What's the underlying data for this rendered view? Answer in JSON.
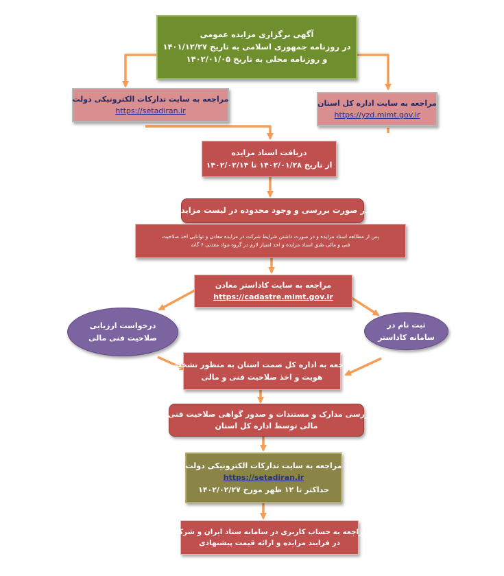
{
  "colors": {
    "green": "#6f8f2e",
    "olive": "#8a8447",
    "pink": "#d98f90",
    "red": "#c0504d",
    "purple": "#7b64a0",
    "arrow": "#f59d56"
  },
  "nodes": {
    "announcement": {
      "line1": "آگهی برگزاری مزایده عمومی",
      "line2": "در روزنامه جمهوری اسلامی به تاریخ ۱۴۰۱/۱۲/۲۷",
      "line3": "و روزنامه محلی به تاریخ ۱۴۰۲/۰۱/۰۵"
    },
    "setad_left": {
      "title": "مراجعه به سایت تدارکات الکترونیکی دولت",
      "link": "https://setadiran.ir"
    },
    "province_site": {
      "title": "مراجعه به سایت اداره کل استان",
      "link": "https://yzd.mimt.gov.ir"
    },
    "receive_docs": {
      "line1": "دریافت اسناد مزایده",
      "line2": "از تاریخ ۱۴۰۲/۰۱/۲۸ تا ۱۴۰۲/۰۲/۱۴"
    },
    "check_area": {
      "text": "در صورت بررسی و وجود محدوده در لیست مزایده"
    },
    "conditions": {
      "line1": "پس از مطالعه اسناد مزایده و در صورت داشتن شرایط شرکت در مزایده معادن و توانایی اخذ صلاحیت",
      "line2": "فنی و مالی طبق اسناد مزایده و اخذ امتیاز لازم در گروه مواد معدنی ۶ گانه"
    },
    "cadastre_site": {
      "title": "مراجعه به سایت کاداستر معادن",
      "link": "https://cadastre.mimt.gov.ir"
    },
    "eval_request": {
      "line1": "درخواست ارزیابی",
      "line2": "صلاحیت فنی مالی"
    },
    "cadastre_register": {
      "line1": "ثبت نام در",
      "line2": "سامانه کاداستر"
    },
    "industry_office": {
      "line1": "مراجعه به اداره کل صمت استان به منظور تشخیص",
      "line2": "هویت و اخذ صلاحیت فنی و مالی"
    },
    "doc_review": {
      "line1": "بررسی مدارک و مستندات و صدور گواهی صلاحیت فنی و",
      "line2": "مالی توسط اداره کل استان"
    },
    "setad_final": {
      "title": "مراجعه به سایت تدارکات الکترونیکی دولت",
      "link": "https://setadiran.ir",
      "deadline": "حداکثر تا ۱۲ ظهر مورخ ۱۴۰۲/۰۲/۲۷"
    },
    "bid_submit": {
      "line1": "مراجعه به حساب کاربری در سامانه ستاد ایران و شرکت",
      "line2": "در فرایند مزایده و ارائه قیمت پیشنهادی"
    }
  }
}
